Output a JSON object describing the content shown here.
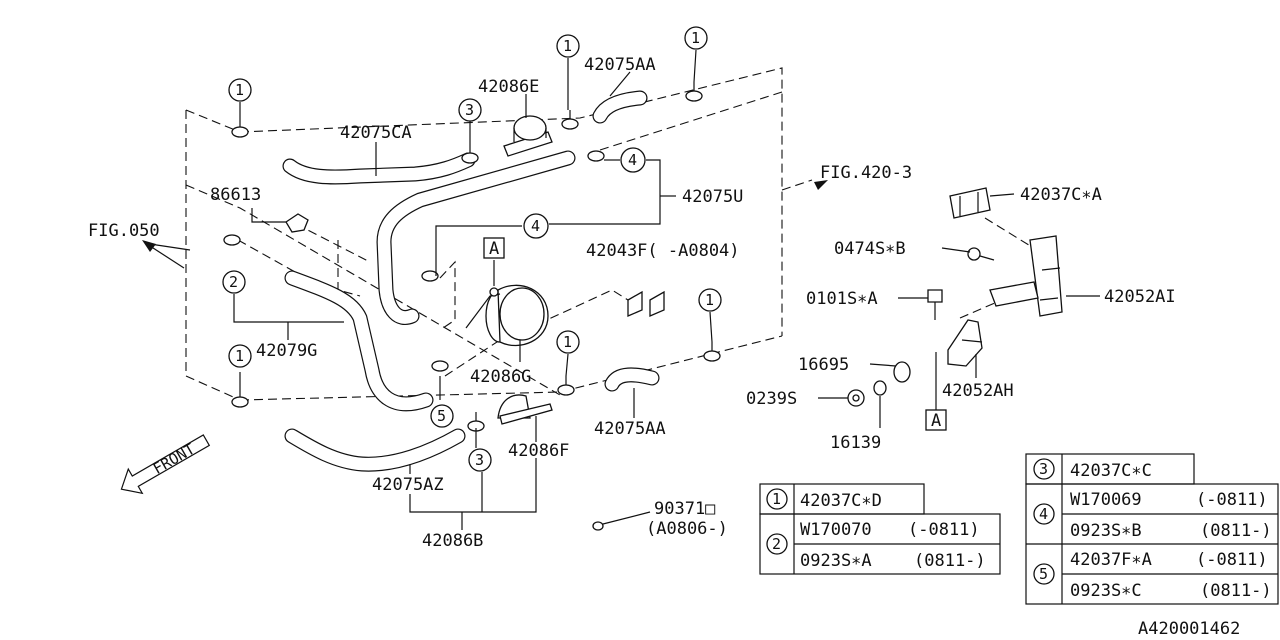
{
  "labels": {
    "p42075CA": "42075CA",
    "p42086E": "42086E",
    "p42075AA_top": "42075AA",
    "fig4203": "FIG.420-3",
    "p42075U": "42075U",
    "p86613": "86613",
    "fig050": "FIG.050",
    "boxA_left": "A",
    "p42043F": "42043F( -A0804)",
    "p42079G": "42079G",
    "p42086G": "42086G",
    "p42075AA_bottom": "42075AA",
    "p42086F": "42086F",
    "p42075AZ": "42075AZ",
    "p42086B": "42086B",
    "front": "FRONT",
    "p90371": "90371□",
    "p90371_range": "(A0806-)",
    "p42037CA": "42037C∗A",
    "p0474SB": "0474S∗B",
    "p0101SA": "0101S∗A",
    "p42052AI": "42052AI",
    "p16695": "16695",
    "p0239S": "0239S",
    "p42052AH": "42052AH",
    "boxA_right": "A",
    "p16139": "16139",
    "footer_code": "A420001462"
  },
  "callouts": {
    "c1": "1",
    "c2": "2",
    "c3": "3",
    "c4": "4",
    "c5": "5"
  },
  "legend_left": [
    {
      "num": "1",
      "rows": [
        {
          "part": "42037C∗D",
          "range": ""
        }
      ]
    },
    {
      "num": "2",
      "rows": [
        {
          "part": "W170070",
          "range": "(-0811)"
        },
        {
          "part": "0923S∗A",
          "range": "(0811-)"
        }
      ]
    }
  ],
  "legend_right": [
    {
      "num": "3",
      "rows": [
        {
          "part": "42037C∗C",
          "range": ""
        }
      ]
    },
    {
      "num": "4",
      "rows": [
        {
          "part": "W170069",
          "range": "(-0811)"
        },
        {
          "part": "0923S∗B",
          "range": "(0811-)"
        }
      ]
    },
    {
      "num": "5",
      "rows": [
        {
          "part": "42037F∗A",
          "range": "(-0811)"
        },
        {
          "part": "0923S∗C",
          "range": "(0811-)"
        }
      ]
    }
  ]
}
